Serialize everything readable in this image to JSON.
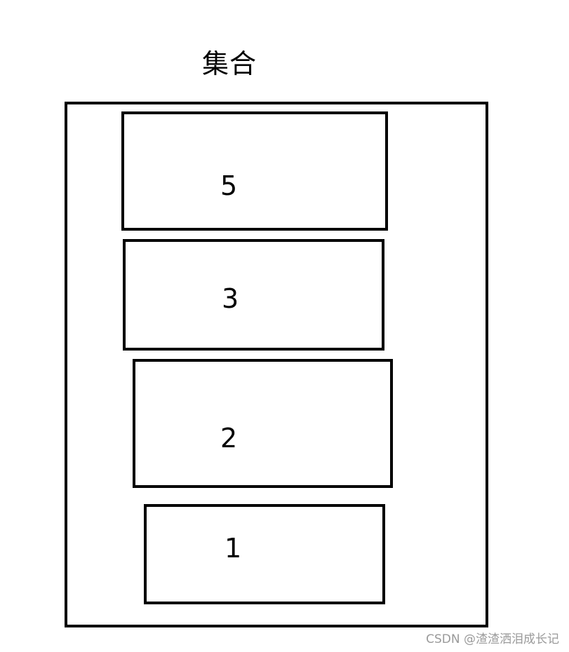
{
  "title": "集合",
  "boxes": [
    {
      "label": "5"
    },
    {
      "label": "3"
    },
    {
      "label": "2"
    },
    {
      "label": "1"
    }
  ],
  "watermark": "CSDN @渣渣洒泪成长记"
}
